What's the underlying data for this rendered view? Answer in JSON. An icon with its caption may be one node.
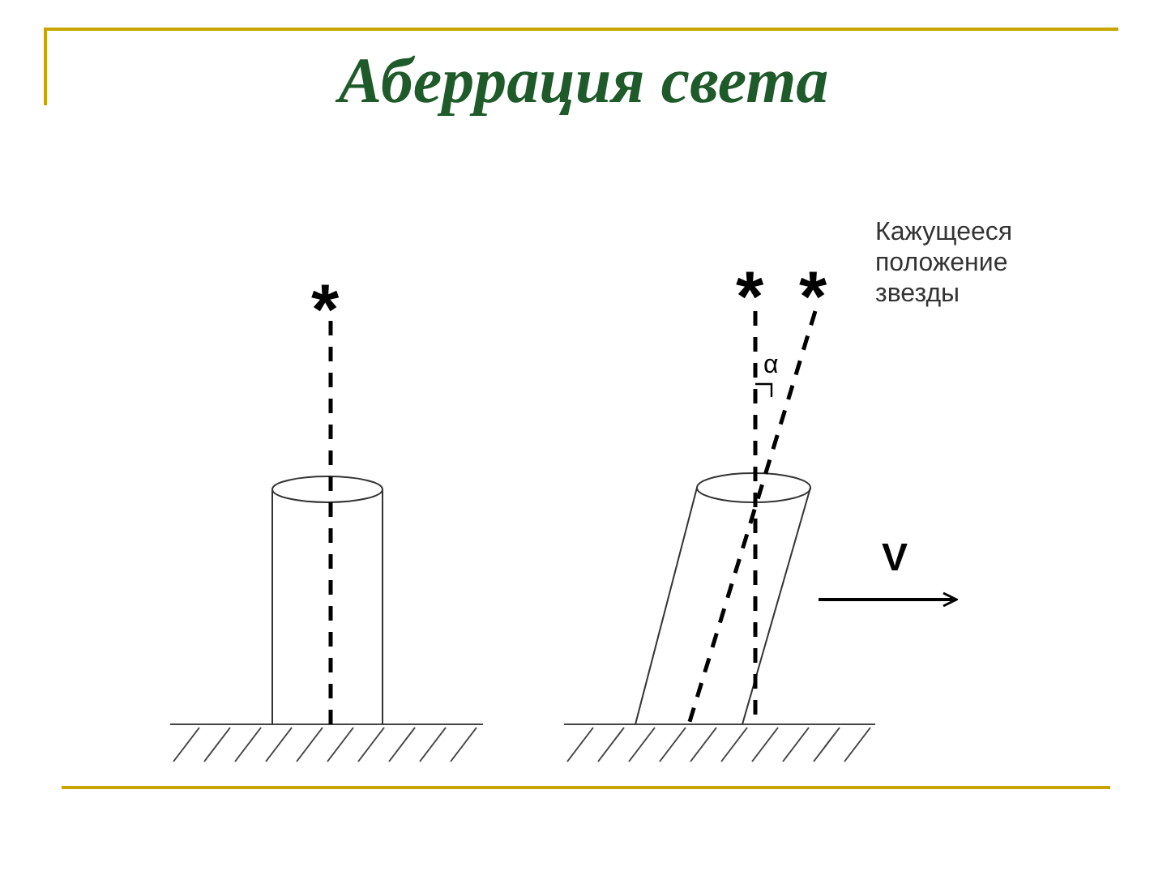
{
  "diagram": {
    "title": "Аберрация света",
    "labels": [
      "*",
      "*",
      "*",
      "Кажущееся положение звезды",
      "α",
      "V"
    ]
  }
}
